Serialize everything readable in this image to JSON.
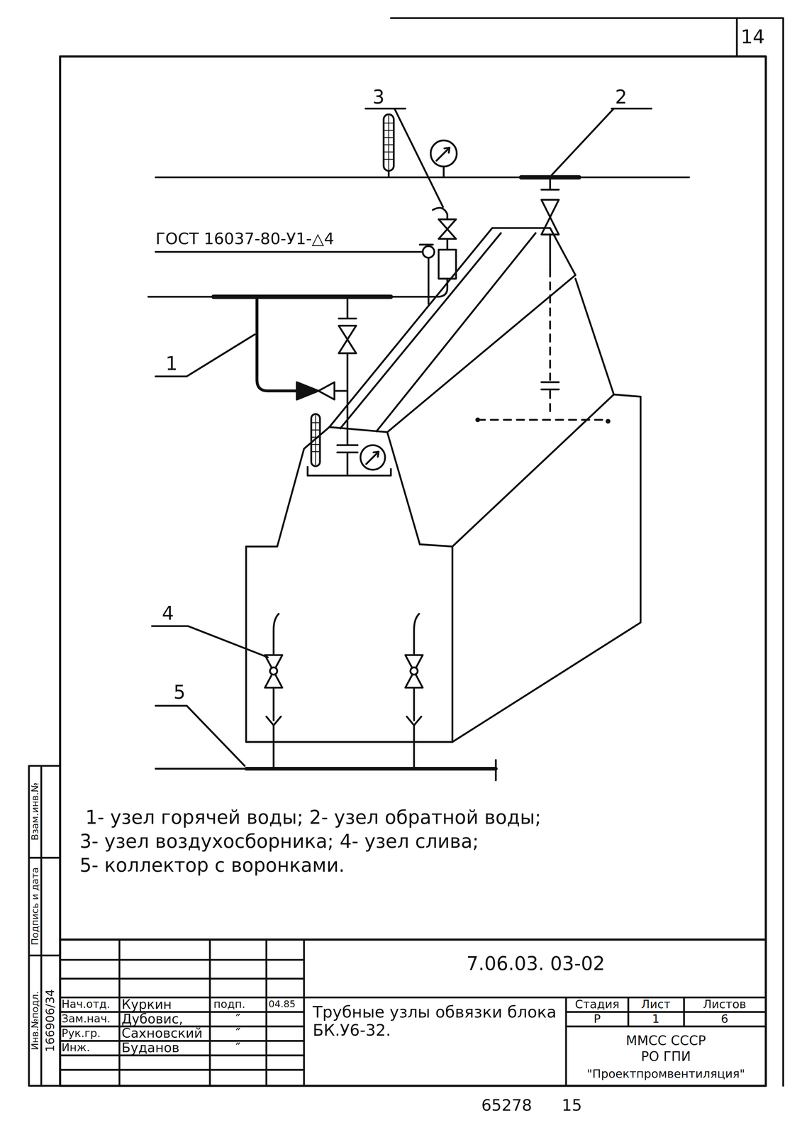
{
  "diagram": {
    "title": "Трубные узлы обвязки блока БК.У6-32.",
    "labels": [
      "14",
      "3",
      "2",
      "ГОСТ 16037-80-У1-△4",
      "1",
      "4",
      "5",
      "1- узел горячей воды; 2- узел обратной воды;",
      "3- узел воздухосборника; 4- узел слива;",
      "5- коллектор с воронками.",
      "7.06.03. 03-02",
      "Нач.отд.",
      "Куркин",
      "подп.",
      "04.85",
      "Зам.нач.",
      "Дубовис,",
      "″",
      "Рук.гр.",
      "Сахновский",
      "″",
      "Инж.",
      "Буданов",
      "″",
      "Стадия",
      "Лист",
      "Листов",
      "Р",
      "1",
      "6",
      "ММСС СССР",
      "РО ГПИ",
      "\"Проектпромвентиляция\"",
      "Взам.инв.№",
      "Подпись и дата",
      "Инв.№подл.",
      "166906/34",
      "65278",
      "15"
    ]
  }
}
